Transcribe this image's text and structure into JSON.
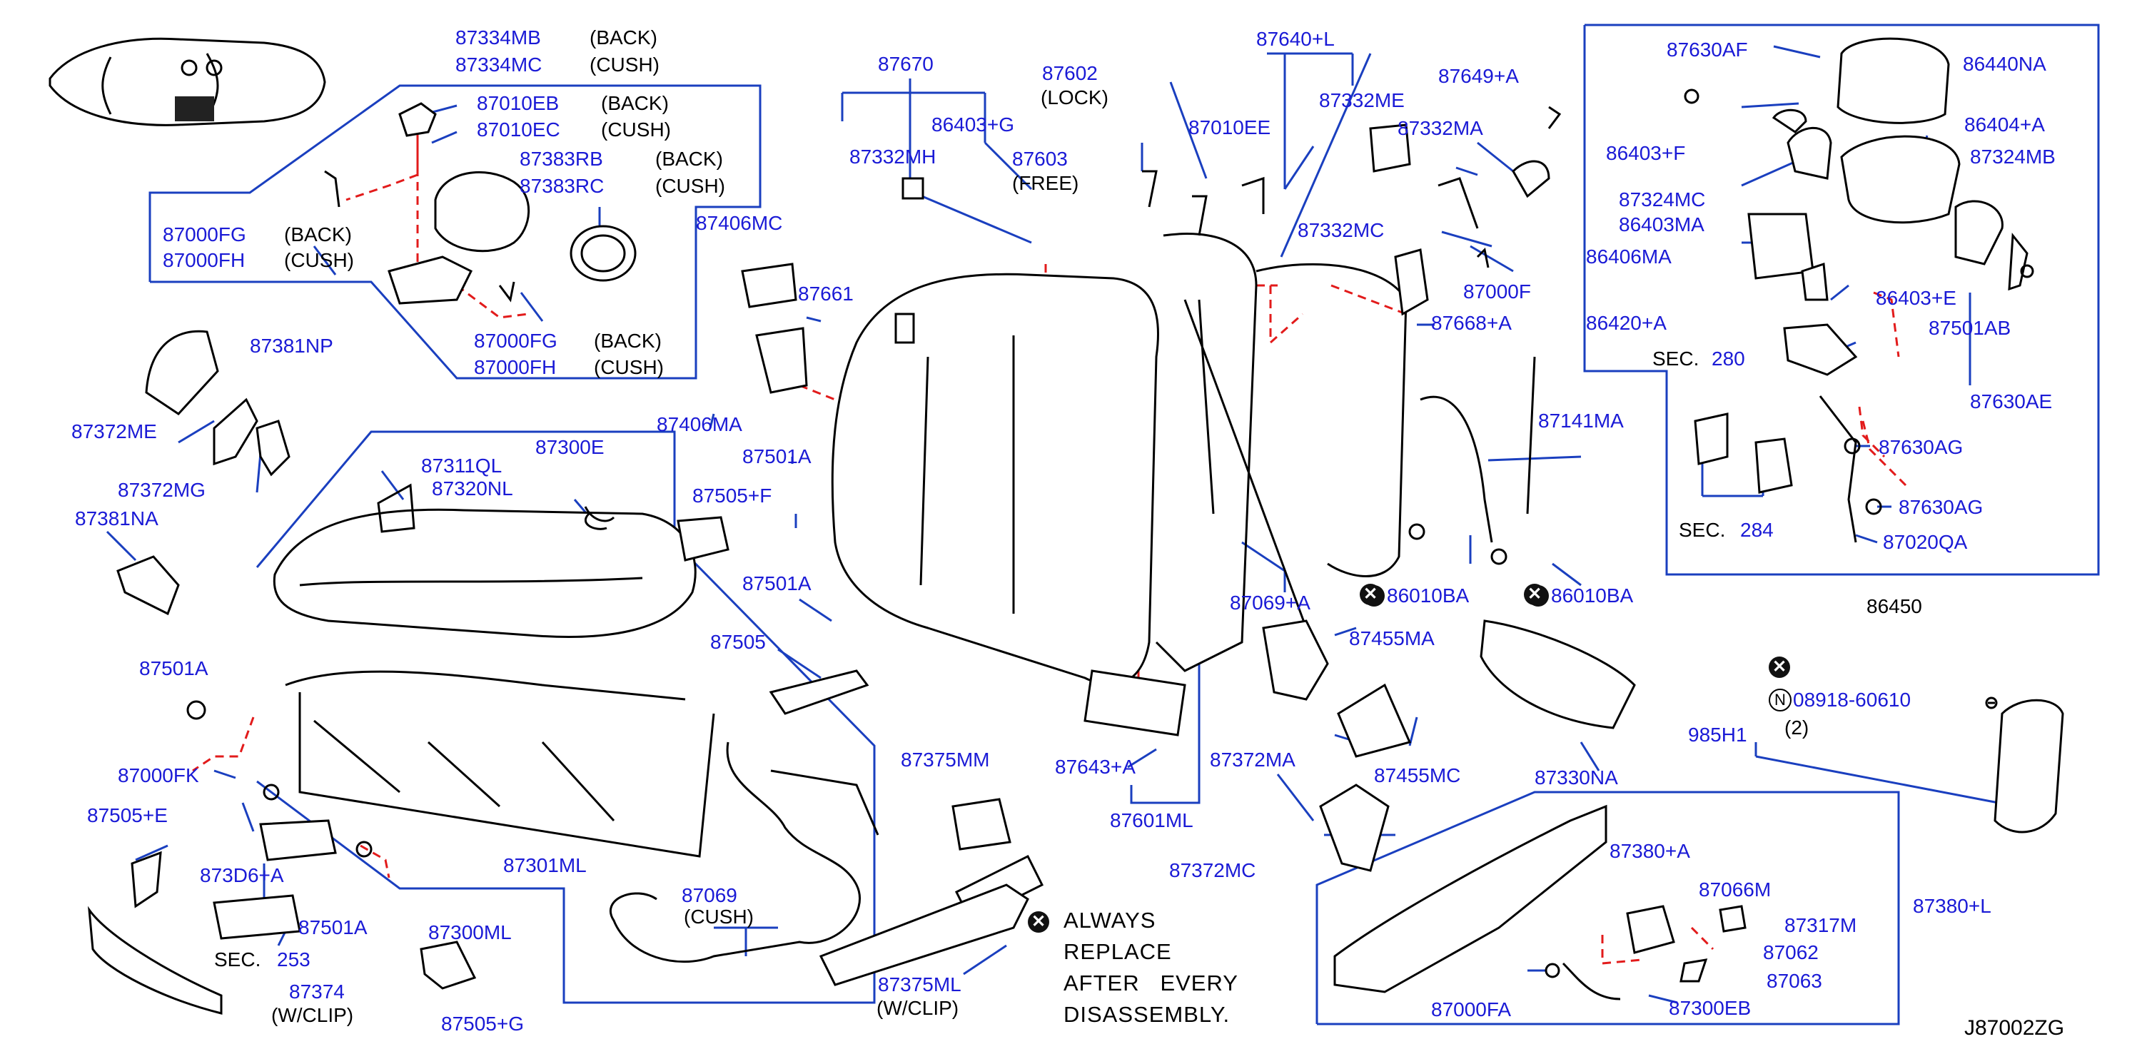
{
  "diagram_code": "J87002ZG",
  "note": {
    "lines": [
      "ALWAYS",
      "REPLACE",
      "AFTER   EVERY",
      "DISASSEMBLY."
    ]
  },
  "labels": {
    "p87334MB": "87334MB",
    "back1": "(BACK)",
    "p87334MC": "87334MC",
    "cush1": "(CUSH)",
    "p87010EB": "87010EB",
    "back2": "(BACK)",
    "p87010EC": "87010EC",
    "cush2": "(CUSH)",
    "p87383RB": "87383RB",
    "back3": "(BACK)",
    "p87383RC": "87383RC",
    "cush3": "(CUSH)",
    "p87000FG_a": "87000FG",
    "back4": "(BACK)",
    "p87000FH_a": "87000FH",
    "cush4": "(CUSH)",
    "p87000FG_b": "87000FG",
    "back5": "(BACK)",
    "p87000FH_b": "87000FH",
    "cush5": "(CUSH)",
    "p87381NP": "87381NP",
    "p87372ME": "87372ME",
    "p87372MG": "87372MG",
    "p87381NA": "87381NA",
    "p87311QL": "87311QL",
    "p87320NL": "87320NL",
    "p87300E": "87300E",
    "p87501A_1": "87501A",
    "p87000FK": "87000FK",
    "p87505E": "87505+E",
    "p873D6A": "873D6+A",
    "p87501A_2": "87501A",
    "sec253": "SEC.",
    "sec253n": "253",
    "p87374": "87374",
    "wclip1": "(W/CLIP)",
    "p87301ML": "87301ML",
    "p87300ML": "87300ML",
    "p87505G": "87505+G",
    "p87069": "87069",
    "cush6": "(CUSH)",
    "p87670": "87670",
    "p86403G": "86403+G",
    "p87332MH": "87332MH",
    "p87406MC": "87406MC",
    "p87661": "87661",
    "p87406MA": "87406MA",
    "p87501A_3": "87501A",
    "p87505F": "87505+F",
    "p87501A_4": "87501A",
    "p87505": "87505",
    "p87375MM": "87375MM",
    "p87375ML": "87375ML",
    "wclip2": "(W/CLIP)",
    "p87602": "87602",
    "lock": "(LOCK)",
    "p87603": "87603",
    "free": "(FREE)",
    "p87640L": "87640+L",
    "p87010EE": "87010EE",
    "p87332ME": "87332ME",
    "p87649A": "87649+A",
    "p87332MA": "87332MA",
    "p87332MC": "87332MC",
    "p87000F": "87000F",
    "p87668A": "87668+A",
    "p87141MA": "87141MA",
    "p86010BA_1": "86010BA",
    "p86010BA_2": "86010BA",
    "p87069A": "87069+A",
    "p87455MA": "87455MA",
    "p87455MC": "87455MC",
    "p87372MA": "87372MA",
    "p87372MC": "87372MC",
    "p87643A": "87643+A",
    "p87601ML": "87601ML",
    "p87330NA": "87330NA",
    "p08918": "08918-60610",
    "qty2": "(2)",
    "p985H1": "985H1",
    "p87380A": "87380+A",
    "p87380L": "87380+L",
    "p87066M": "87066M",
    "p87317M": "87317M",
    "p87062": "87062",
    "p87063": "87063",
    "p87000FA": "87000FA",
    "p87300EB": "87300EB",
    "p87630AF": "87630AF",
    "p86440NA": "86440NA",
    "p86403F": "86403+F",
    "p86404A": "86404+A",
    "p87324MC": "87324MC",
    "p87324MB": "87324MB",
    "p86403MA": "86403MA",
    "p86406MA": "86406MA",
    "p86403E": "86403+E",
    "p86420A": "86420+A",
    "p87501AB": "87501AB",
    "sec280": "SEC.",
    "sec280n": "280",
    "p87630AE": "87630AE",
    "p87630AG_1": "87630AG",
    "p87630AG_2": "87630AG",
    "sec284": "SEC.",
    "sec284n": "284",
    "p87020QA": "87020QA",
    "p86450": "86450"
  },
  "symbols": {
    "replace_mark": "✕",
    "n_mark": "N"
  },
  "colors": {
    "label_blue": "#1a1ad6",
    "leader_blue": "#1a3fbf",
    "dashed_red": "#e21b1b",
    "part_outline": "#000000"
  }
}
